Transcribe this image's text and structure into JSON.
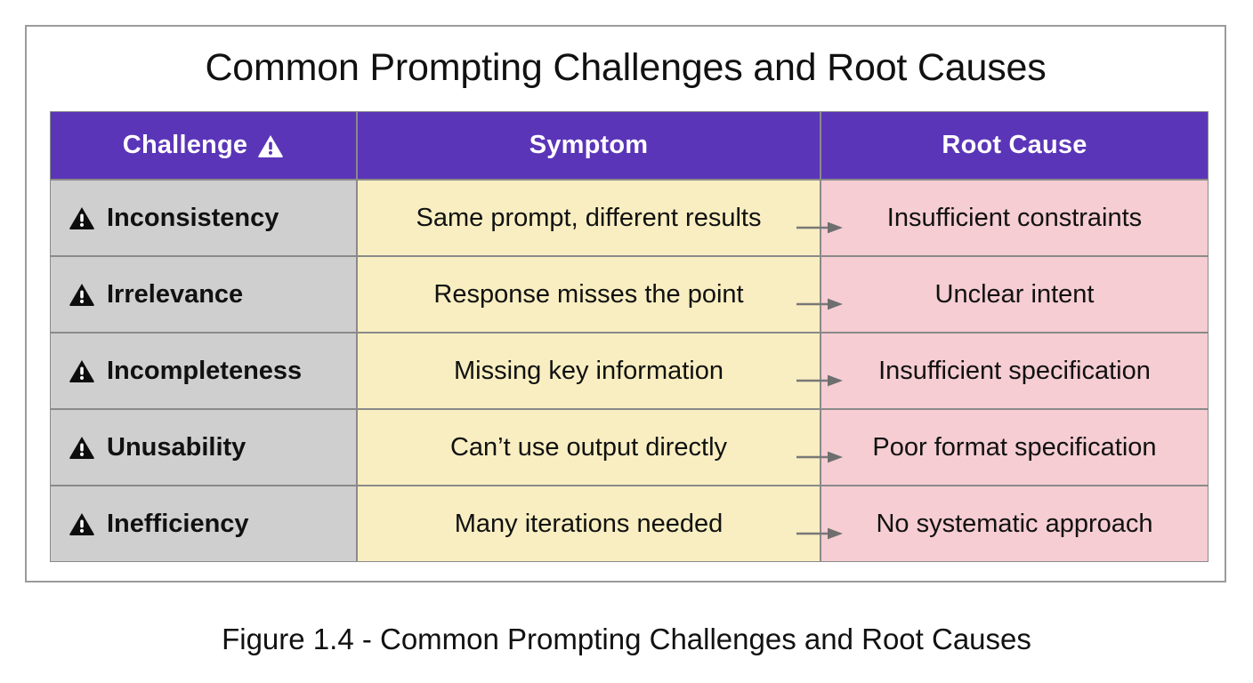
{
  "figure": {
    "title": "Common Prompting Challenges and Root Causes",
    "caption": "Figure 1.4 - Common Prompting Challenges and Root Causes"
  },
  "colors": {
    "header_purple": "#5b35b8",
    "challenge_gray": "#cfcfcf",
    "symptom_yellow": "#f8eec1",
    "rootcause_pink": "#f5cdd2",
    "border_gray": "#8a8a8a",
    "frame_gray": "#9b9b9b",
    "arrow_gray": "#787878",
    "text_black": "#111111",
    "header_text_white": "#ffffff"
  },
  "table": {
    "headers": {
      "challenge": "Challenge",
      "challenge_icon": "warning-triangle-icon",
      "symptom": "Symptom",
      "root_cause": "Root Cause"
    },
    "rows": [
      {
        "icon": "warning-triangle-icon",
        "challenge": "Inconsistency",
        "symptom": "Same prompt, different results",
        "connector": "arrow-right-icon",
        "root_cause": "Insufficient constraints"
      },
      {
        "icon": "warning-triangle-icon",
        "challenge": "Irrelevance",
        "symptom": "Response misses the point",
        "connector": "arrow-right-icon",
        "root_cause": "Unclear intent"
      },
      {
        "icon": "warning-triangle-icon",
        "challenge": "Incompleteness",
        "symptom": "Missing key information",
        "connector": "arrow-right-icon",
        "root_cause": "Insufficient specification"
      },
      {
        "icon": "warning-triangle-icon",
        "challenge": "Unusability",
        "symptom": "Can’t use output directly",
        "connector": "arrow-right-icon",
        "root_cause": "Poor format specification"
      },
      {
        "icon": "warning-triangle-icon",
        "challenge": "Inefficiency",
        "symptom": "Many iterations needed",
        "connector": "arrow-right-icon",
        "root_cause": "No systematic approach"
      }
    ]
  }
}
